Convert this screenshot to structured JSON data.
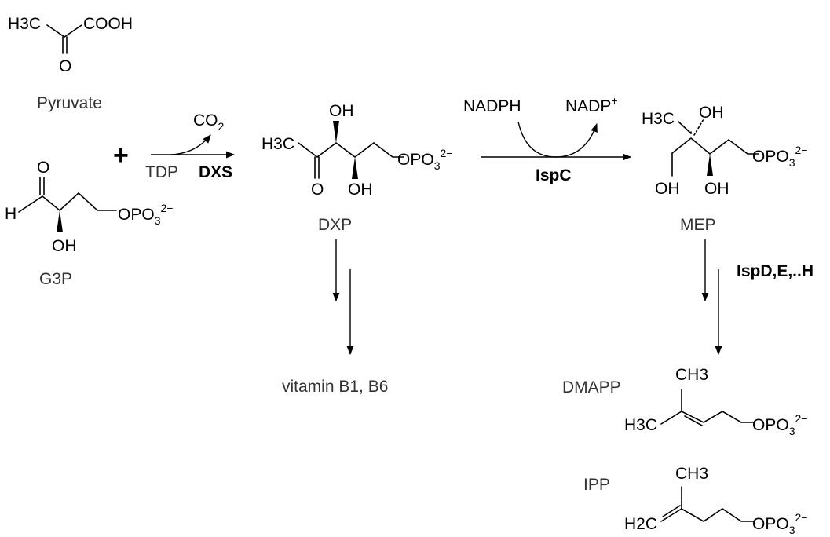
{
  "reactants": {
    "pyruvate": {
      "name": "Pyruvate",
      "atoms": {
        "methyl": "H3C",
        "carboxyl": "COOH",
        "oxo": "O"
      }
    },
    "plus": "+",
    "g3p": {
      "name": "G3P",
      "atoms": {
        "aldehyde_o": "O",
        "aldehyde_h": "H",
        "hydroxyl": "OH",
        "phosphate": "OPO3 2−"
      }
    }
  },
  "step1": {
    "cofactor": "TDP",
    "enzyme": "DXS",
    "byproduct": "CO2"
  },
  "dxp": {
    "name": "DXP",
    "atoms": {
      "methyl": "H3C",
      "oxo": "O",
      "oh_top": "OH",
      "oh_bottom": "OH",
      "phosphate": "OPO3 2−"
    }
  },
  "step2": {
    "reductant": "NADPH",
    "oxidant": "NADP+",
    "enzyme": "IspC"
  },
  "mep": {
    "name": "MEP",
    "atoms": {
      "methyl": "H3C",
      "oh_top": "OH",
      "oh_left": "OH",
      "oh_bottom": "OH",
      "phosphate": "OPO3 2−"
    }
  },
  "branch_dxp": {
    "product": "vitamin B1, B6"
  },
  "branch_mep": {
    "enzymes": "IspD,E,..H"
  },
  "dmapp": {
    "name": "DMAPP",
    "atoms": {
      "methyl_top": "CH3",
      "methyl_left": "H3C",
      "phosphate": "OPO3 2−"
    }
  },
  "ipp": {
    "name": "IPP",
    "atoms": {
      "methyl_top": "CH3",
      "methylene": "H2C",
      "phosphate": "OPO3 2−"
    }
  }
}
